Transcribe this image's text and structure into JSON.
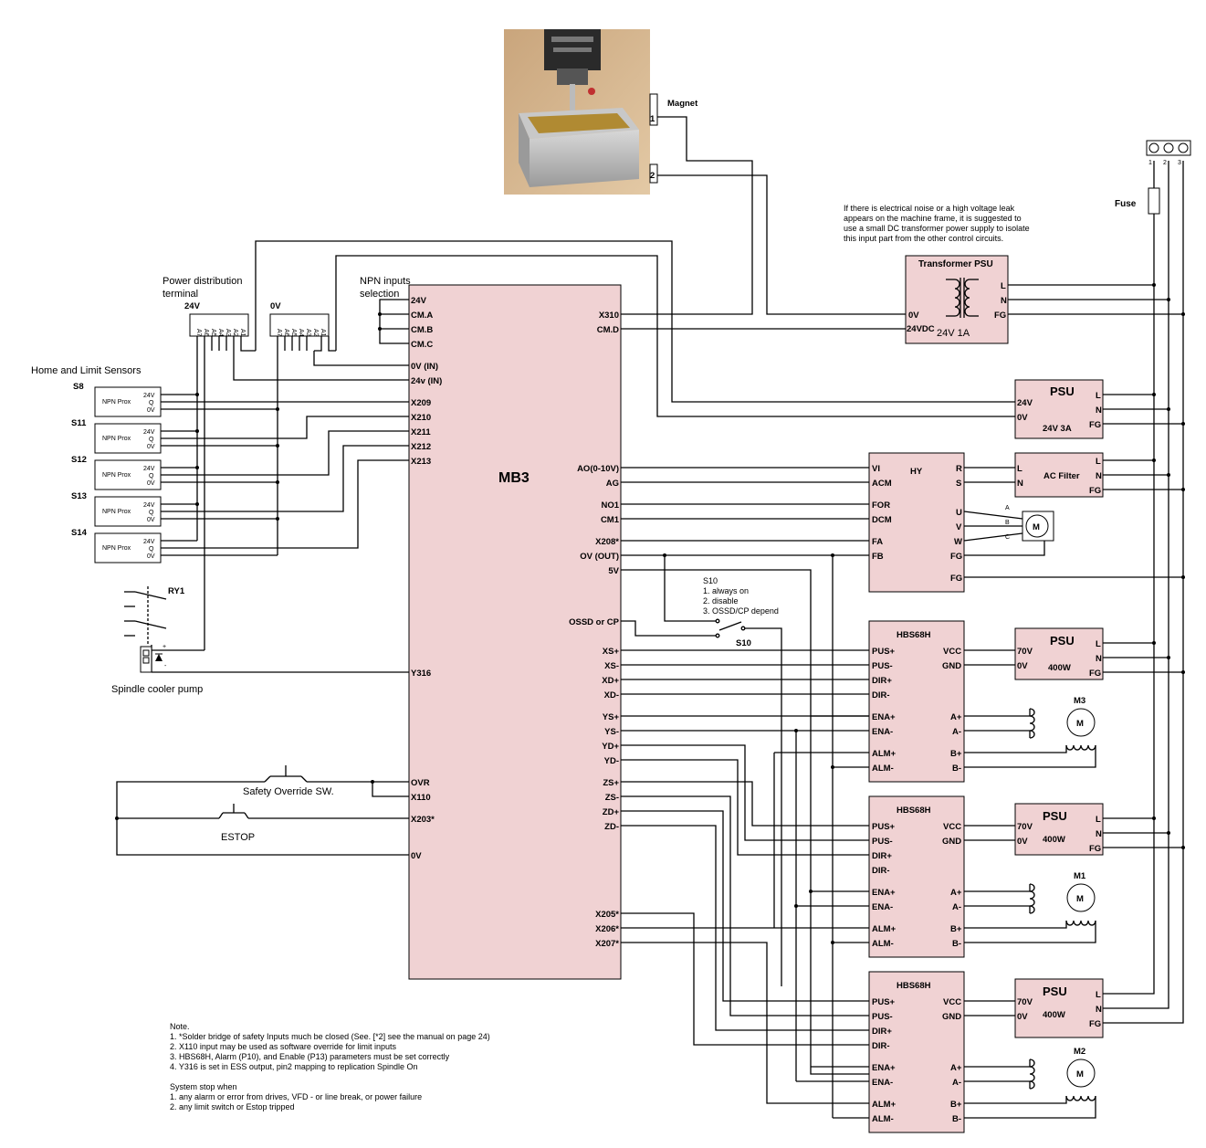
{
  "labels": {
    "magnet": "Magnet",
    "fuse": "Fuse",
    "noise_note": [
      "If there is electrical noise or a high voltage leak",
      "appears on the machine frame, it is suggested to",
      "use a small DC transformer power supply to isolate",
      "this input part from the other control circuits."
    ],
    "power_dist": [
      "Power distribution",
      "terminal"
    ],
    "npn_sel": [
      "NPN inputs",
      "selection"
    ],
    "home_limit": "Home and Limit Sensors",
    "v24": "24V",
    "v0": "0V",
    "ry1": "RY1",
    "spindle_cooler": "Spindle cooler pump",
    "safety_override": "Safety Override SW.",
    "estop": "ESTOP",
    "s10_title": "S10",
    "s10_opts": [
      "1. always on",
      "2. disable",
      "3. OSSD/CP depend"
    ],
    "s10_switch": "S10",
    "mb3": "MB3",
    "npn_prox": "NPN Prox",
    "prox_pins": [
      "24V",
      "Q",
      "0V"
    ],
    "sensors": [
      "S8",
      "S11",
      "S12",
      "S13",
      "S14"
    ],
    "terminal_pins": [
      "A7",
      "A6",
      "A5",
      "A4",
      "A3",
      "A2",
      "A1"
    ]
  },
  "mb3_left_pins": {
    "v24": "24V",
    "cma": "CM.A",
    "cmb": "CM.B",
    "cmc": "CM.C",
    "v0in": "0V (IN)",
    "v24in": "24v (IN)",
    "x209": "X209",
    "x210": "X210",
    "x211": "X211",
    "x212": "X212",
    "x213": "X213",
    "y316": "Y316",
    "ovr": "OVR",
    "x110": "X110",
    "x203": "X203*",
    "v0": "0V"
  },
  "mb3_right_pins": {
    "x310": "X310",
    "cmd": "CM.D",
    "ao": "AO(0-10V)",
    "ag": "AG",
    "no1": "NO1",
    "cm1": "CM1",
    "x208": "X208*",
    "ovout": "OV (OUT)",
    "v5": "5V",
    "ossd": "OSSD or CP",
    "xsp": "XS+",
    "xsm": "XS-",
    "xdp": "XD+",
    "xdm": "XD-",
    "ysp": "YS+",
    "ysm": "YS-",
    "ydp": "YD+",
    "ydm": "YD-",
    "zsp": "ZS+",
    "zsm": "ZS-",
    "zdp": "ZD+",
    "zdm": "ZD-",
    "x205": "X205*",
    "x206": "X206*",
    "x207": "X207*"
  },
  "transformer": {
    "title": "Transformer PSU",
    "pin_0v": "0V",
    "pin_24": "24VDC",
    "rating": "24V 1A",
    "L": "L",
    "N": "N",
    "FG": "FG"
  },
  "psu24": {
    "title": "PSU",
    "rating": "24V 3A",
    "v24": "24V",
    "v0": "0V",
    "L": "L",
    "N": "N",
    "FG": "FG"
  },
  "hy": {
    "title": "HY",
    "left": [
      "VI",
      "ACM",
      "FOR",
      "DCM",
      "FA",
      "FB"
    ],
    "right": [
      "R",
      "S",
      "U",
      "V",
      "W",
      "FG",
      "FG"
    ]
  },
  "acfilter": {
    "title": "AC Filter",
    "left": [
      "L",
      "N"
    ],
    "right": [
      "L",
      "N",
      "FG"
    ]
  },
  "motor_phase": [
    "A",
    "B",
    "C"
  ],
  "spindle_motor": "M",
  "hbs": {
    "title": "HBS68H",
    "left": [
      "PUS+",
      "PUS-",
      "DIR+",
      "DIR-",
      "ENA+",
      "ENA-",
      "ALM+",
      "ALM-"
    ],
    "right": [
      "VCC",
      "GND",
      "A+",
      "A-",
      "B+",
      "B-"
    ]
  },
  "psu400": {
    "title": "PSU",
    "rating": "400W",
    "v70": "70V",
    "v0": "0V",
    "L": "L",
    "N": "N",
    "FG": "FG"
  },
  "motors": [
    "M3",
    "M1",
    "M2"
  ],
  "motor_glyph": "M",
  "mains_terms": [
    "1",
    "2",
    "3"
  ],
  "notes": [
    "Note.",
    "1. *Solder bridge of safety Inputs much be closed (See. [*2] see the manual on page 24)",
    "2. X110 input may be used as software override for limit inputs",
    "3. HBS68H,  Alarm (P10), and Enable (P13) parameters  must be set correctly",
    "4. Y316 is set in ESS output, pin2 mapping to replication Spindle On",
    "",
    "System stop when",
    "1. any  alarm or error from drives, VFD - or line break, or power failure",
    "2. any limit switch or Estop  tripped"
  ]
}
